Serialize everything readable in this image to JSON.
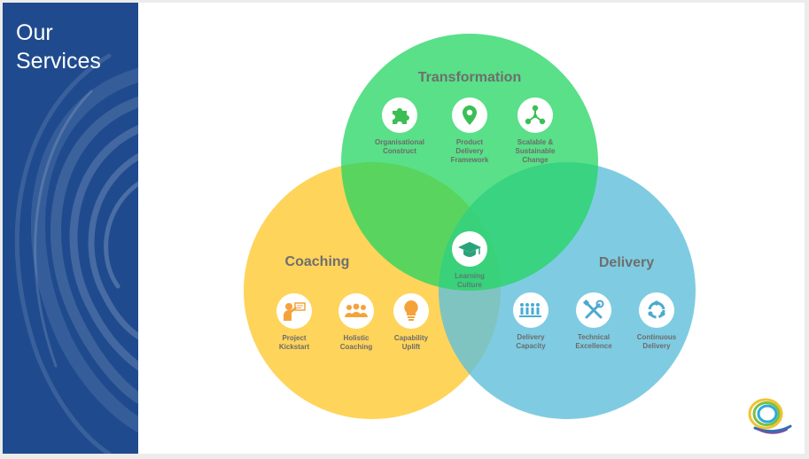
{
  "sidebar": {
    "title_line1": "Our",
    "title_line2": "Services"
  },
  "colors": {
    "sidebar": "#1f4b8e",
    "transformation": "#3fdc6e",
    "coaching": "#ffcc3e",
    "delivery": "#5fbfdb",
    "icon_green": "#3bbf55",
    "icon_orange": "#f5a23a",
    "icon_blue": "#4aaad0"
  },
  "circles": {
    "transformation": {
      "title": "Transformation"
    },
    "coaching": {
      "title": "Coaching"
    },
    "delivery": {
      "title": "Delivery"
    }
  },
  "transformation_items": [
    {
      "label_l1": "Organisational",
      "label_l2": "Construct",
      "label_l3": "",
      "icon": "puzzle-icon"
    },
    {
      "label_l1": "Product",
      "label_l2": "Delivery",
      "label_l3": "Framework",
      "icon": "location-pin-icon"
    },
    {
      "label_l1": "Scalable &",
      "label_l2": "Sustainable",
      "label_l3": "Change",
      "icon": "network-icon"
    }
  ],
  "center_item": {
    "label_l1": "Learning",
    "label_l2": "Culture",
    "icon": "graduation-cap-icon"
  },
  "coaching_items": [
    {
      "label_l1": "Project",
      "label_l2": "Kickstart",
      "icon": "presenter-icon"
    },
    {
      "label_l1": "Holistic",
      "label_l2": "Coaching",
      "icon": "group-icon"
    },
    {
      "label_l1": "Capability",
      "label_l2": "Uplift",
      "icon": "lightbulb-icon"
    }
  ],
  "delivery_items": [
    {
      "label_l1": "Delivery",
      "label_l2": "Capacity",
      "icon": "team-icon"
    },
    {
      "label_l1": "Technical",
      "label_l2": "Excellence",
      "icon": "tools-icon"
    },
    {
      "label_l1": "Continuous",
      "label_l2": "Delivery",
      "icon": "cycle-icon"
    }
  ],
  "logo": {
    "icon": "company-logo"
  }
}
